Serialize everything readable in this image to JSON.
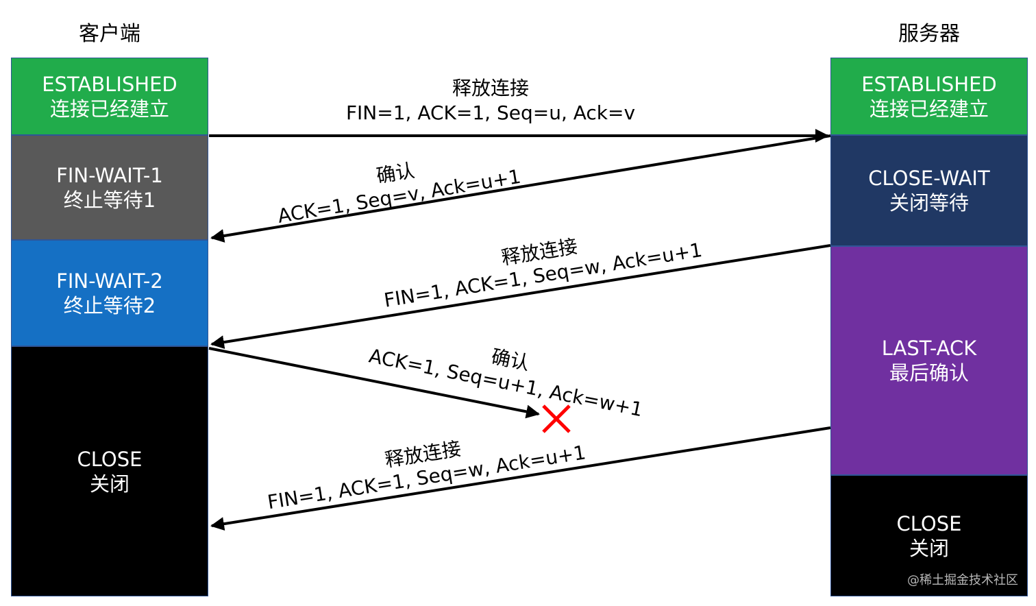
{
  "client": {
    "title": "客户端",
    "states": [
      {
        "code": "ESTABLISHED",
        "label": "连接已经建立",
        "color": "#21ac4b"
      },
      {
        "code": "FIN-WAIT-1",
        "label": "终止等待1",
        "color": "#595959"
      },
      {
        "code": "FIN-WAIT-2",
        "label": "终止等待2",
        "color": "#1570c4"
      },
      {
        "code": "CLOSE",
        "label": "关闭",
        "color": "#000000"
      }
    ]
  },
  "server": {
    "title": "服务器",
    "states": [
      {
        "code": "ESTABLISHED",
        "label": "连接已经建立",
        "color": "#21ac4b"
      },
      {
        "code": "CLOSE-WAIT",
        "label": "关闭等待",
        "color": "#203864"
      },
      {
        "code": "LAST-ACK",
        "label": "最后确认",
        "color": "#7030a0"
      },
      {
        "code": "CLOSE",
        "label": "关闭",
        "color": "#000000"
      }
    ]
  },
  "messages": [
    {
      "title": "释放连接",
      "params": "FIN=1, ACK=1, Seq=u, Ack=v",
      "direction": "client-to-server"
    },
    {
      "title": "确认",
      "params": "ACK=1, Seq=v, Ack=u+1",
      "direction": "server-to-client"
    },
    {
      "title": "释放连接",
      "params": "FIN=1, ACK=1, Seq=w, Ack=u+1",
      "direction": "server-to-client"
    },
    {
      "title": "确认",
      "params": "ACK=1, Seq=u+1, Ack=w+1",
      "direction": "client-to-server",
      "lost": true
    },
    {
      "title": "释放连接",
      "params": "FIN=1, ACK=1, Seq=w, Ack=u+1",
      "direction": "server-to-client"
    }
  ],
  "lost_marker": {
    "icon": "x-mark-icon",
    "color": "#ff0000"
  },
  "watermark": "@稀土掘金技术社区"
}
